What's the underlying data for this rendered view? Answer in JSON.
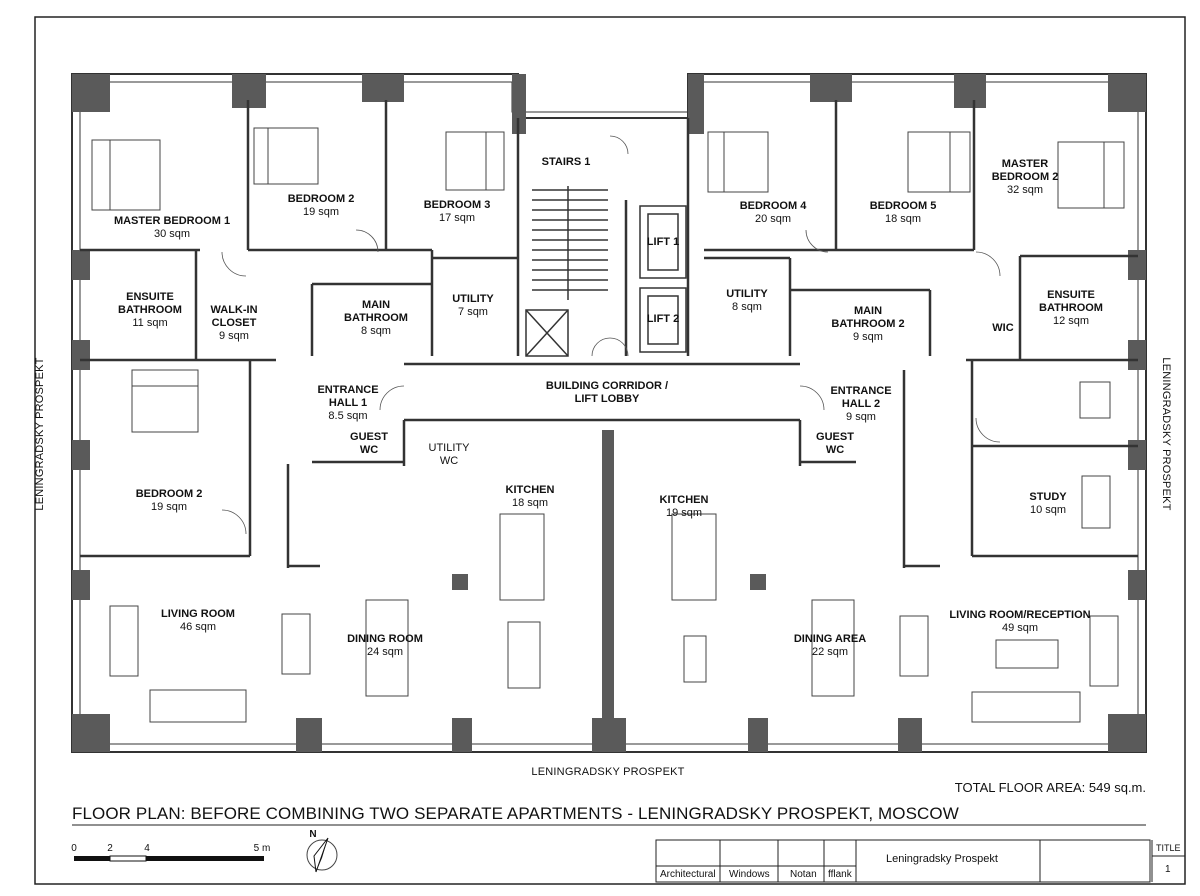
{
  "rooms": {
    "master_bedroom_1": {
      "name": "MASTER BEDROOM 1",
      "area": "30 sqm"
    },
    "bedroom_2_top": {
      "name": "BEDROOM 2",
      "area": "19 sqm"
    },
    "bedroom_3": {
      "name": "BEDROOM 3",
      "area": "17 sqm"
    },
    "stairs_1": {
      "name": "STAIRS 1"
    },
    "lift_1": {
      "name": "LIFT 1"
    },
    "lift_2": {
      "name": "LIFT 2"
    },
    "bedroom_4": {
      "name": "BEDROOM 4",
      "area": "20 sqm"
    },
    "bedroom_5": {
      "name": "BEDROOM 5",
      "area": "18 sqm"
    },
    "master_bedroom_2": {
      "name1": "MASTER",
      "name2": "BEDROOM 2",
      "area": "32 sqm"
    },
    "ensuite_bathroom_left": {
      "name1": "ENSUITE",
      "name2": "BATHROOM",
      "area": "11 sqm"
    },
    "walk_in_closet": {
      "name1": "WALK-IN",
      "name2": "CLOSET",
      "area": "9 sqm"
    },
    "main_bathroom": {
      "name1": "MAIN",
      "name2": "BATHROOM",
      "area": "8 sqm"
    },
    "utility_left": {
      "name": "UTILITY",
      "area": "7 sqm"
    },
    "utility_right": {
      "name": "UTILITY",
      "area": "8 sqm"
    },
    "main_bathroom_2": {
      "name1": "MAIN",
      "name2": "BATHROOM 2",
      "area": "9 sqm"
    },
    "wic": {
      "name": "WIC"
    },
    "ensuite_bathroom_right": {
      "name1": "ENSUITE",
      "name2": "BATHROOM",
      "area": "12 sqm"
    },
    "building_corridor": {
      "name1": "BUILDING CORRIDOR /",
      "name2": "LIFT LOBBY"
    },
    "entrance_hall_1": {
      "name1": "ENTRANCE",
      "name2": "HALL 1",
      "area": "8.5 sqm"
    },
    "entrance_hall_2": {
      "name1": "ENTRANCE",
      "name2": "HALL 2",
      "area": "9 sqm"
    },
    "guest_wc_left": {
      "name1": "GUEST",
      "name2": "WC"
    },
    "guest_wc_right": {
      "name1": "GUEST",
      "name2": "WC"
    },
    "utility_wc": {
      "name1": "UTILITY",
      "name2": "WC"
    },
    "bedroom_2_lower": {
      "name": "BEDROOM 2",
      "area": "19 sqm"
    },
    "kitchen_left": {
      "name": "KITCHEN",
      "area": "18 sqm"
    },
    "kitchen_right": {
      "name": "KITCHEN",
      "area": "19 sqm"
    },
    "study": {
      "name": "STUDY",
      "area": "10 sqm"
    },
    "living_room": {
      "name": "LIVING ROOM",
      "area": "46 sqm"
    },
    "dining_room": {
      "name": "DINING ROOM",
      "area": "24 sqm"
    },
    "dining_area": {
      "name": "DINING AREA",
      "area": "22 sqm"
    },
    "living_room_reception": {
      "name": "LIVING ROOM/RECEPTION",
      "area": "49 sqm"
    }
  },
  "streets": {
    "left": "LENINGRADSKY PROSPEKT",
    "right": "LENINGRADSKY PROSPEKT",
    "bottom": "LENINGRADSKY PROSPEKT"
  },
  "total_area": "TOTAL FLOOR AREA: 549 sq.m.",
  "title": "FLOOR PLAN: BEFORE COMBINING TWO SEPARATE APARTMENTS - LENINGRADSKY PROSPEKT, MOSCOW",
  "scale_bar": {
    "ticks": [
      "0",
      "2",
      "4",
      "5 m"
    ]
  },
  "north_label": "N",
  "title_block": {
    "cells": [
      "Architectural",
      "Windows",
      "Notan",
      "fflank"
    ],
    "project": "Leningradsky Prospekt",
    "title_label": "TITLE",
    "sheet": "1"
  },
  "colors": {
    "wall": "#5a5a5a",
    "line": "#222222",
    "paper": "#ffffff"
  }
}
